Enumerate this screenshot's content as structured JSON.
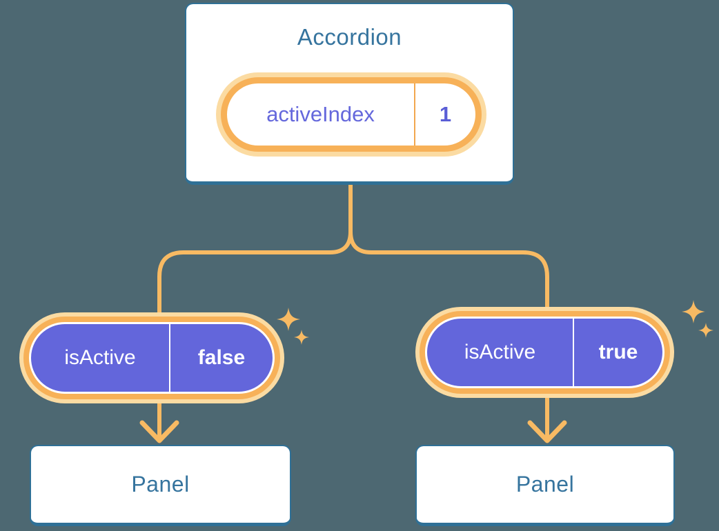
{
  "palette": {
    "orange": "#F8BA63",
    "orange_ring": "#F7B158",
    "orange_halo": "#FBDBA2",
    "orange_divider": "#F2A74E",
    "purple": "#6366DB",
    "purple_text": "#6568DC",
    "purple_dark": "#5A5ED6",
    "blue_text": "#36749E",
    "blue_border": "#2F7096",
    "bg": "#4D6872"
  },
  "icons": {
    "sparkle": "four-point-star"
  },
  "root_component": {
    "title": "Accordion",
    "state_pill": {
      "label": "activeIndex",
      "value": "1"
    }
  },
  "left_child": {
    "prop_pill": {
      "label": "isActive",
      "value": "false"
    },
    "component": {
      "title": "Panel"
    }
  },
  "right_child": {
    "prop_pill": {
      "label": "isActive",
      "value": "true"
    },
    "component": {
      "title": "Panel"
    }
  }
}
